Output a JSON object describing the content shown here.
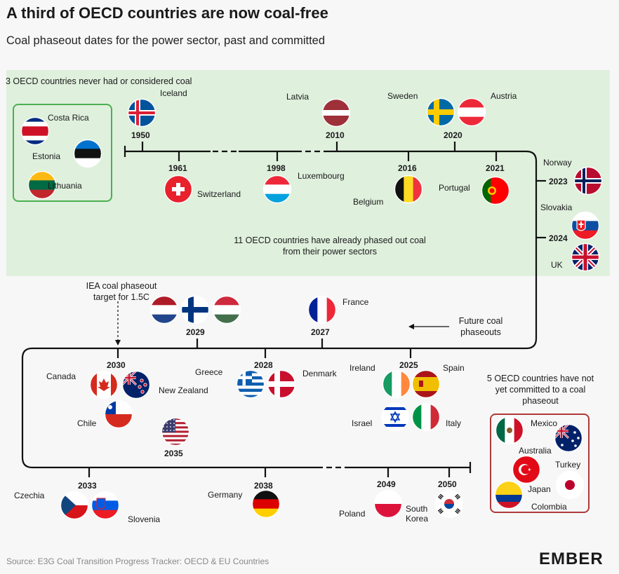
{
  "title": "A third of OECD countries are now coal-free",
  "subtitle": "Coal phaseout dates for the power sector, past and committed",
  "never_box": {
    "label": "3 OECD countries never had or considered coal",
    "countries": [
      "Costa Rica",
      "Estonia",
      "Lithuania"
    ]
  },
  "phased_out_note": "11 OECD countries have already phased out coal from their power sectors",
  "future_note": "Future coal phaseouts",
  "iea_note": "IEA coal phaseout target for 1.5C",
  "notyet_box": {
    "label": "5 OECD countries have not yet committed to a coal phaseout",
    "countries": [
      "Mexico",
      "Australia",
      "Turkey",
      "Japan",
      "Colombia"
    ]
  },
  "years": [
    "1950",
    "1961",
    "1998",
    "2010",
    "2016",
    "2020",
    "2021",
    "2023",
    "2024",
    "2027",
    "2029",
    "2025",
    "2028",
    "2030",
    "2035",
    "2033",
    "2038",
    "2049",
    "2050"
  ],
  "countries": {
    "iceland": "Iceland",
    "switzerland": "Switzerland",
    "luxembourg": "Luxembourg",
    "latvia": "Latvia",
    "belgium": "Belgium",
    "sweden": "Sweden",
    "austria": "Austria",
    "portugal": "Portugal",
    "norway": "Norway",
    "slovakia": "Slovakia",
    "uk": "UK",
    "france": "France",
    "ireland": "Ireland",
    "spain": "Spain",
    "israel": "Israel",
    "italy": "Italy",
    "greece": "Greece",
    "denmark": "Denmark",
    "canada": "Canada",
    "new_zealand": "New Zealand",
    "chile": "Chile",
    "czechia": "Czechia",
    "slovenia": "Slovenia",
    "germany": "Germany",
    "poland": "Poland",
    "south_korea": "South Korea"
  },
  "source": "Source: E3G Coal Transition Progress Tracker: OECD & EU Countries",
  "brand": "EMBER",
  "colors": {
    "band": "#dff0dd",
    "green_box": "#4caf50",
    "red_box": "#b03a3a",
    "line": "#111111"
  }
}
